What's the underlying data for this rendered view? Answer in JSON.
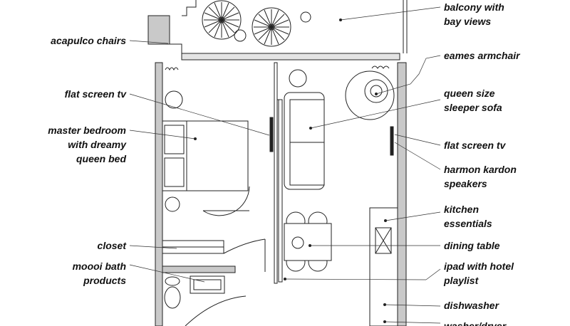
{
  "diagram": {
    "labels_left": {
      "acapulco_chairs": "acapulco chairs",
      "flat_screen_tv": "flat screen tv",
      "master_bedroom": [
        "master bedroom",
        "with dreamy",
        "queen bed"
      ],
      "closet": "closet",
      "moooi_bath": [
        "moooi bath",
        "products"
      ]
    },
    "labels_right": {
      "balcony": [
        "balcony with",
        "bay views"
      ],
      "eames_armchair": "eames armchair",
      "queen_sofa": [
        "queen size",
        "sleeper sofa"
      ],
      "flat_screen_tv": "flat screen tv",
      "harmon_kardon": [
        "harmon kardon",
        "speakers"
      ],
      "kitchen": [
        "kitchen",
        "essentials"
      ],
      "dining_table": "dining table",
      "ipad": [
        "ipad with hotel",
        "playlist"
      ],
      "dishwasher": "dishwasher",
      "cut_off": "washer/dryer"
    },
    "colors": {
      "line": "#222222",
      "wall_fill": "#c9c9c9",
      "text": "#111111"
    }
  }
}
